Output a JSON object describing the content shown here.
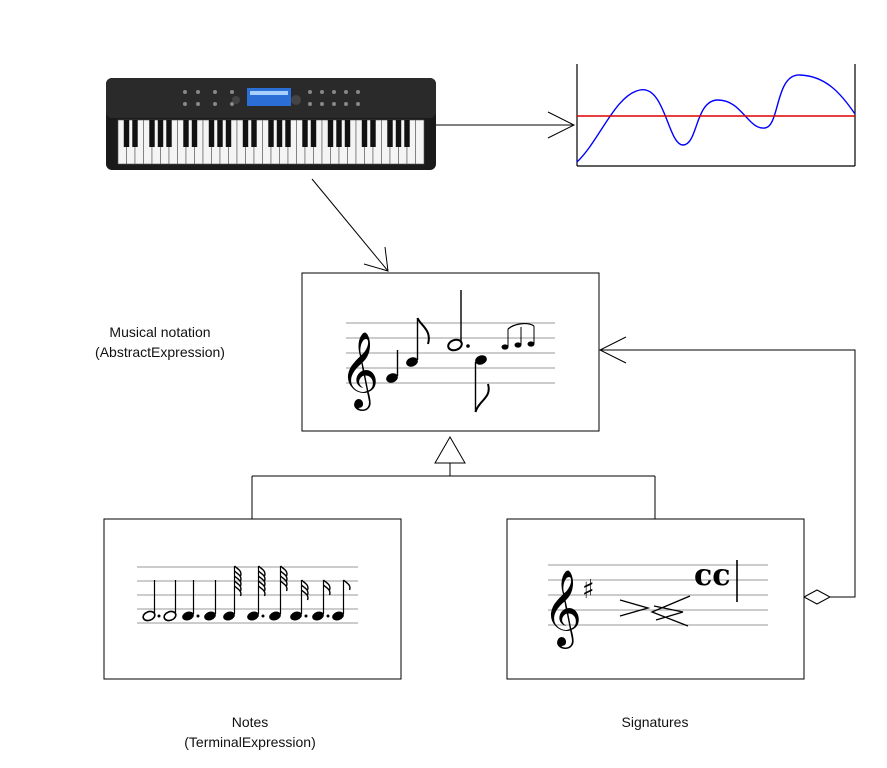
{
  "labels": {
    "abstract_line1": "Musical notation",
    "abstract_line2": "(AbstractExpression)",
    "notes_line1": "Notes",
    "notes_line2": "(TerminalExpression)",
    "signatures": "Signatures"
  },
  "colors": {
    "line": "#000000",
    "waveform": "#0000ff",
    "threshold": "#e00000",
    "keyboard_body": "#1a1a1a",
    "keyboard_display": "#2b6fd6",
    "staff_line": "#9a9a9a"
  },
  "icons": {
    "keyboard": "synthesizer-keyboard-icon",
    "waveform": "audio-waveform-icon",
    "notation": "sheet-music-icon",
    "notes": "note-values-icon",
    "signatures": "clef-and-time-signature-icon"
  }
}
